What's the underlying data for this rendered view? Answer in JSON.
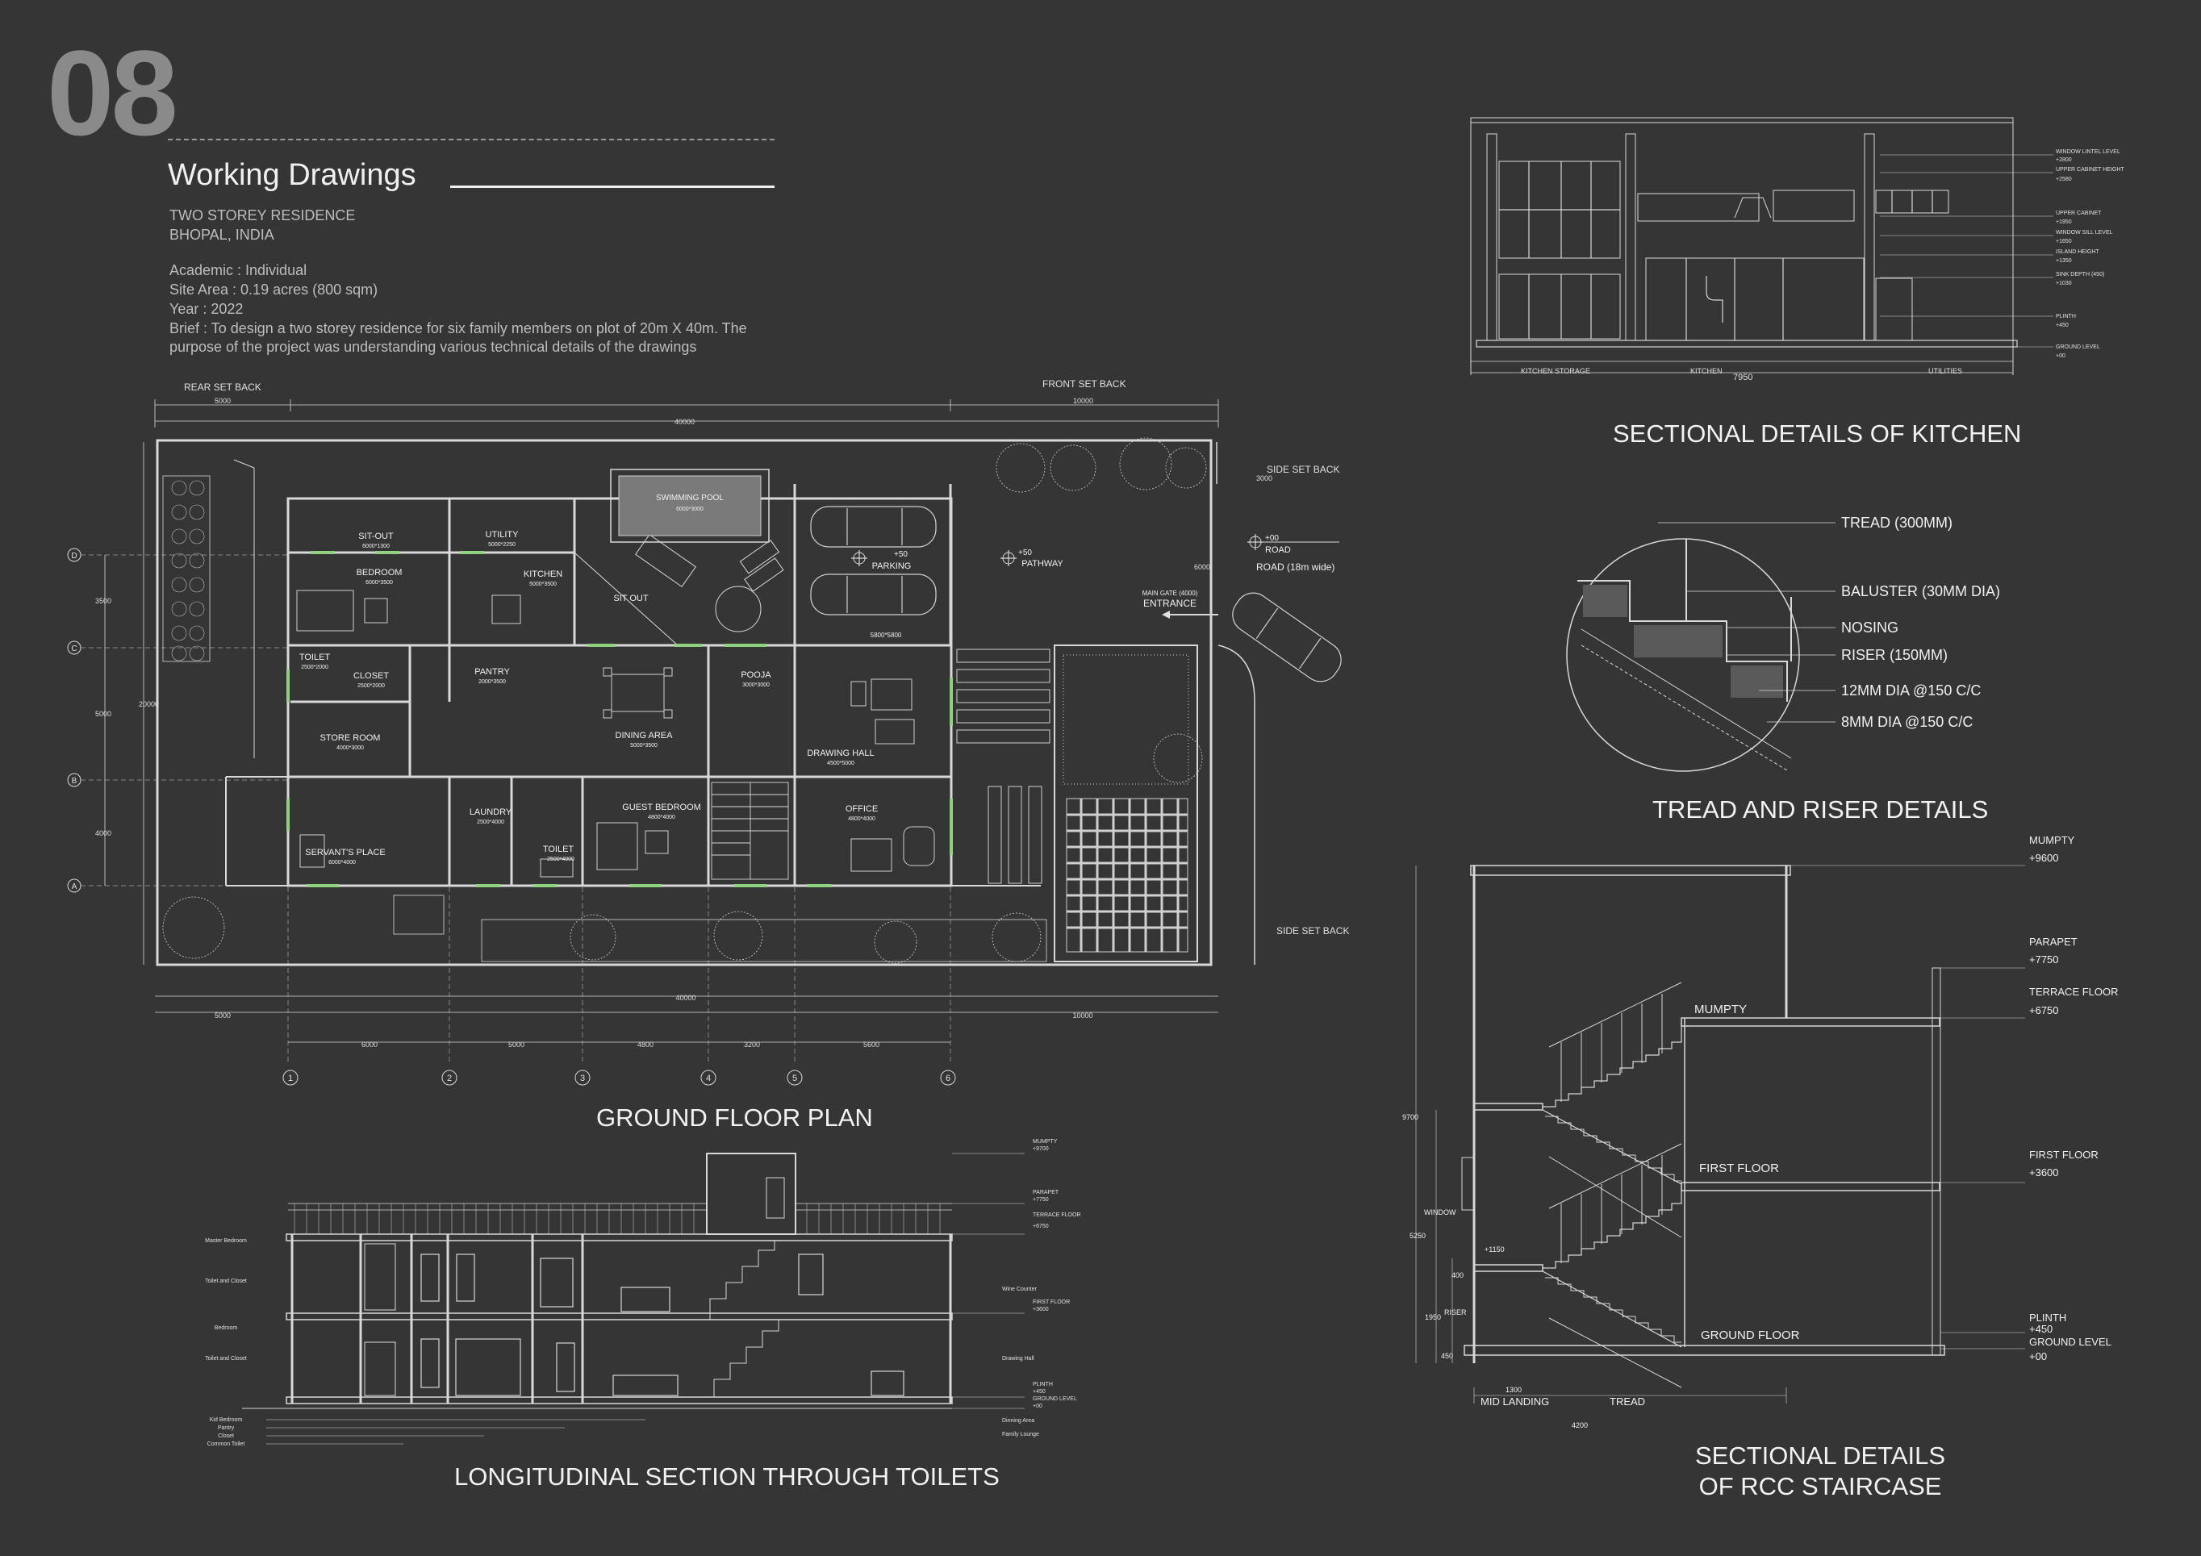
{
  "sheet": {
    "number": "08",
    "title": "Working Drawings",
    "project_name": "TWO STOREY RESIDENCE",
    "project_location": "BHOPAL, INDIA",
    "academic": "Academic : Individual",
    "site_area": "Site Area : 0.19 acres (800 sqm)",
    "year": "Year : 2022",
    "brief_line1": "Brief : To design a two storey residence for six family members on plot of 20m X 40m. The",
    "brief_line2": "purpose of the project was understanding various technical details of the drawings"
  },
  "ground_floor_plan": {
    "caption": "GROUND FLOOR PLAN",
    "setbacks": {
      "rear": "REAR SET BACK",
      "front": "FRONT SET BACK",
      "side_top": "SIDE SET BACK",
      "side_bottom": "SIDE SET BACK"
    },
    "dims_top": {
      "rear": "5000",
      "overall": "40000",
      "front": "10000"
    },
    "dims_bottom": {
      "rear": "5000",
      "overall": "40000",
      "front": "10000",
      "bays": [
        "6000",
        "5000",
        "4800",
        "3200",
        "5600"
      ]
    },
    "dims_left": {
      "d_c": "3500",
      "c_b": "5000",
      "b_a": "4000",
      "overall": "20000"
    },
    "dims_right": {
      "top": "3000",
      "mid": "6000"
    },
    "grid_rows": [
      "D",
      "C",
      "B",
      "A"
    ],
    "grid_cols": [
      "1",
      "2",
      "3",
      "4",
      "5",
      "6"
    ],
    "rooms": {
      "swimming_pool": {
        "name": "SWIMMING POOL",
        "size": "6000*3000"
      },
      "sit_out_1": {
        "name": "SIT-OUT",
        "size": "6000*1300"
      },
      "utility": {
        "name": "UTILITY",
        "size": "5000*2250"
      },
      "bedroom": {
        "name": "BEDROOM",
        "size": "6000*3500"
      },
      "kitchen": {
        "name": "KITCHEN",
        "size": "5000*3500"
      },
      "sit_out_2": {
        "name": "SIT OUT"
      },
      "parking": {
        "name": "PARKING",
        "level": "+50"
      },
      "parking_size": "5800*5800",
      "pathway": {
        "name": "PATHWAY",
        "level": "+50"
      },
      "road": {
        "name": "ROAD",
        "level": "+00",
        "width": "ROAD (18m wide)"
      },
      "main_gate": "MAIN GATE (4000)",
      "entrance": "ENTRANCE",
      "toilet_1": {
        "name": "TOILET",
        "size": "2500*2000"
      },
      "closet": {
        "name": "CLOSET",
        "size": "2500*2000"
      },
      "pantry": {
        "name": "PANTRY",
        "size": "2000*3500"
      },
      "pooja": {
        "name": "POOJA",
        "size": "3000*3000"
      },
      "dining": {
        "name": "DINING AREA",
        "size": "5000*3500"
      },
      "store": {
        "name": "STORE ROOM",
        "size": "4000*3000"
      },
      "drawing": {
        "name": "DRAWING HALL",
        "size": "4500*5000"
      },
      "laundry": {
        "name": "LAUNDRY",
        "size": "2500*4000"
      },
      "guest": {
        "name": "GUEST BEDROOM",
        "size": "4800*4000"
      },
      "office": {
        "name": "OFFICE",
        "size": "4800*4000"
      },
      "servants": {
        "name": "SERVANT'S PLACE",
        "size": "6000*4000"
      },
      "toilet_2": {
        "name": "TOILET",
        "size": "2500*4000"
      }
    }
  },
  "long_section": {
    "caption": "LONGITUDINAL SECTION THROUGH TOILETS",
    "left_labels": [
      "Master Bedroom",
      "Toilet and Closet",
      "Bedroom",
      "Toilet and Closet"
    ],
    "bottom_left_labels": [
      "Kid Bedroom",
      "Pantry",
      "Closet",
      "Common Toilet"
    ],
    "right_levels": [
      {
        "name": "MUMPTY",
        "value": "+9700"
      },
      {
        "name": "PARAPET",
        "value": "+7750"
      },
      {
        "name": "TERRACE FLOOR",
        "value": "+6750"
      },
      {
        "name": "FIRST FLOOR",
        "value": "+3600"
      },
      {
        "name": "PLINTH",
        "value": "+450"
      },
      {
        "name": "GROUND LEVEL",
        "value": "+00"
      }
    ],
    "right_labels": [
      "Wine Counter",
      "Drawing Hall",
      "Dinning Area",
      "Family Lounge"
    ]
  },
  "kitchen_section": {
    "caption": "SECTIONAL DETAILS OF KITCHEN",
    "levels": [
      {
        "name": "WINDOW LINTEL LEVEL",
        "value": "+2800"
      },
      {
        "name": "UPPER CABINET HEIGHT",
        "value": "+2580"
      },
      {
        "name": "UPPER CABINET",
        "value": "+1950"
      },
      {
        "name": "WINDOW SILL LEVEL",
        "value": "+1650"
      },
      {
        "name": "ISLAND HEIGHT",
        "value": "+1350"
      },
      {
        "name": "SINK DEPTH (450)",
        "value": "+1030"
      },
      {
        "name": "PLINTH",
        "value": "+450"
      },
      {
        "name": "GROUND LEVEL",
        "value": "+00"
      }
    ],
    "bottom_labels": [
      "KITCHEN STORAGE",
      "KITCHEN",
      "UTILITIES"
    ],
    "total_dim": "7950"
  },
  "tread_riser": {
    "caption": "TREAD AND RISER DETAILS",
    "labels": [
      "TREAD (300MM)",
      "BALUSTER (30MM DIA)",
      "NOSING",
      "RISER (150MM)",
      "12MM DIA @150 C/C",
      "8MM DIA @150 C/C"
    ]
  },
  "staircase_section": {
    "caption_line1": "SECTIONAL DETAILS",
    "caption_line2": "OF RCC STAIRCASE",
    "levels": [
      {
        "name": "MUMPTY",
        "value": "+9600"
      },
      {
        "name": "PARAPET",
        "value": "+7750"
      },
      {
        "name": "TERRACE FLOOR",
        "value": "+6750"
      },
      {
        "name": "FIRST FLOOR",
        "value": "+3600"
      },
      {
        "name": "PLINTH",
        "value": "+450"
      },
      {
        "name": "GROUND LEVEL",
        "value": "+00"
      }
    ],
    "inner_labels": {
      "mumpty": "MUMPTY",
      "first_floor": "FIRST FLOOR",
      "ground_floor": "GROUND FLOOR",
      "window": "WINDOW",
      "riser": "RISER",
      "landing_level": "+1150"
    },
    "bottom_labels": {
      "mid_landing": "MID LANDING",
      "tread": "TREAD"
    },
    "dims": {
      "total_height": "9700",
      "h2": "5250",
      "h3": "1950",
      "h4": "400",
      "h5": "450",
      "landing": "1300",
      "width": "4200"
    }
  }
}
